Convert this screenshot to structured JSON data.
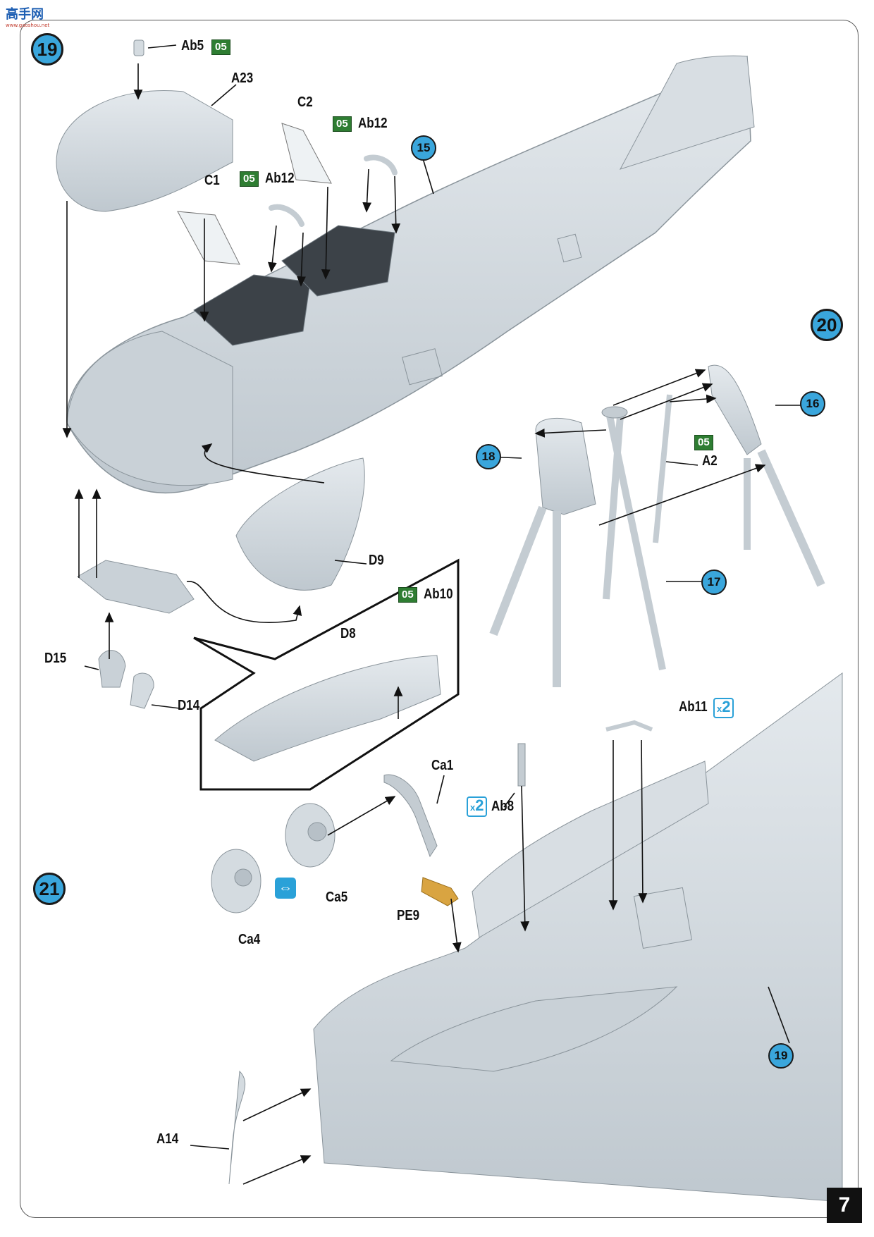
{
  "watermark": {
    "text": "高手网",
    "subtext": "www.gaoshou.net"
  },
  "steps": [
    {
      "number": "19"
    },
    {
      "number": "20"
    },
    {
      "number": "21"
    }
  ],
  "refs": {
    "r15": "15",
    "r16": "16",
    "r17": "17",
    "r18": "18",
    "r19": "19"
  },
  "labels": {
    "ab5": "Ab5",
    "a23": "A23",
    "c2": "C2",
    "c1": "C1",
    "ab12a": "Ab12",
    "ab12b": "Ab12",
    "d9": "D9",
    "ab10": "Ab10",
    "d8": "D8",
    "d15": "D15",
    "d14": "D14",
    "a2": "A2",
    "ab11": "Ab11",
    "ca1": "Ca1",
    "ab8": "Ab8",
    "ca5": "Ca5",
    "pe9": "PE9",
    "ca4": "Ca4",
    "a14": "A14"
  },
  "paint_codes": {
    "p1": "05",
    "p2": "05",
    "p3": "05",
    "p4": "05",
    "p5": "05"
  },
  "quantities": {
    "q1": "2",
    "q2": "2",
    "prefix": "x"
  },
  "page_number": "7",
  "colors": {
    "part": "#d4dbe0",
    "part_shade": "#b7c0c7",
    "accent": "#3aa6dc",
    "paint": "#2e7d32"
  }
}
